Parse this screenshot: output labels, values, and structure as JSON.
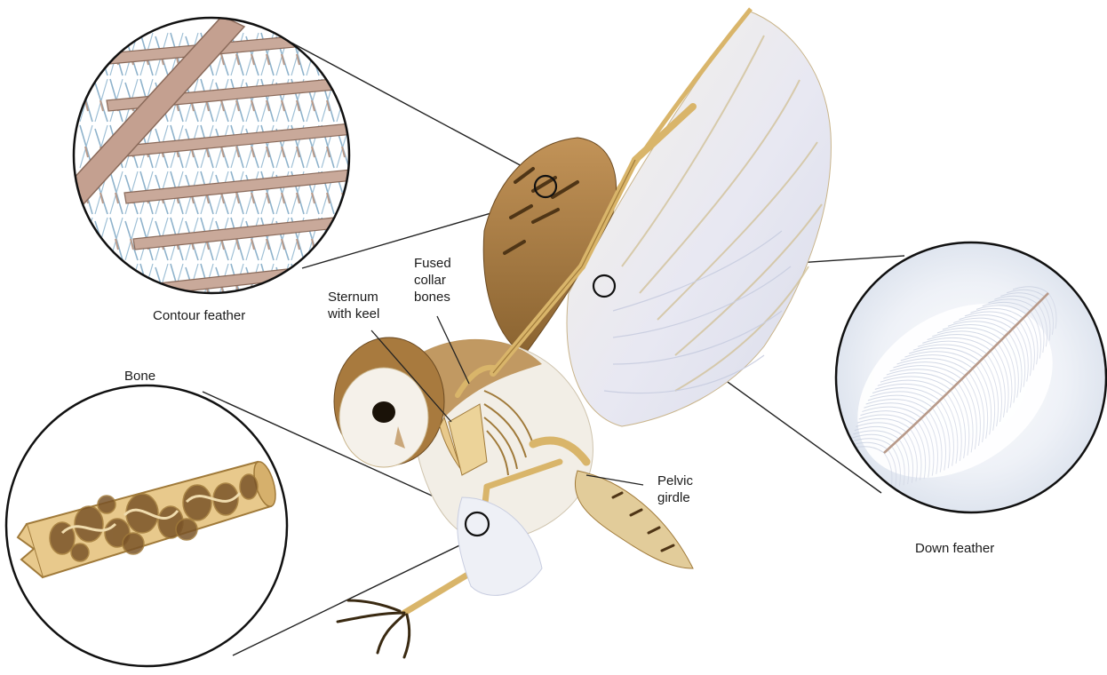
{
  "labels": {
    "contour_feather": "Contour feather",
    "bone": "Bone",
    "sternum": "Sternum\nwith keel",
    "collar_bones": "Fused\ncollar\nbones",
    "pelvic_girdle": "Pelvic\ngirdle",
    "down_feather": "Down feather"
  },
  "colors": {
    "feather_tan": "#b98a4a",
    "feather_dark": "#6b4a22",
    "wing_white": "#eef0f6",
    "bone": "#e8c98c",
    "bone_dark": "#a07a3a",
    "barb_blue": "#8fb3cc",
    "barbule_pink": "#b89a8a"
  }
}
